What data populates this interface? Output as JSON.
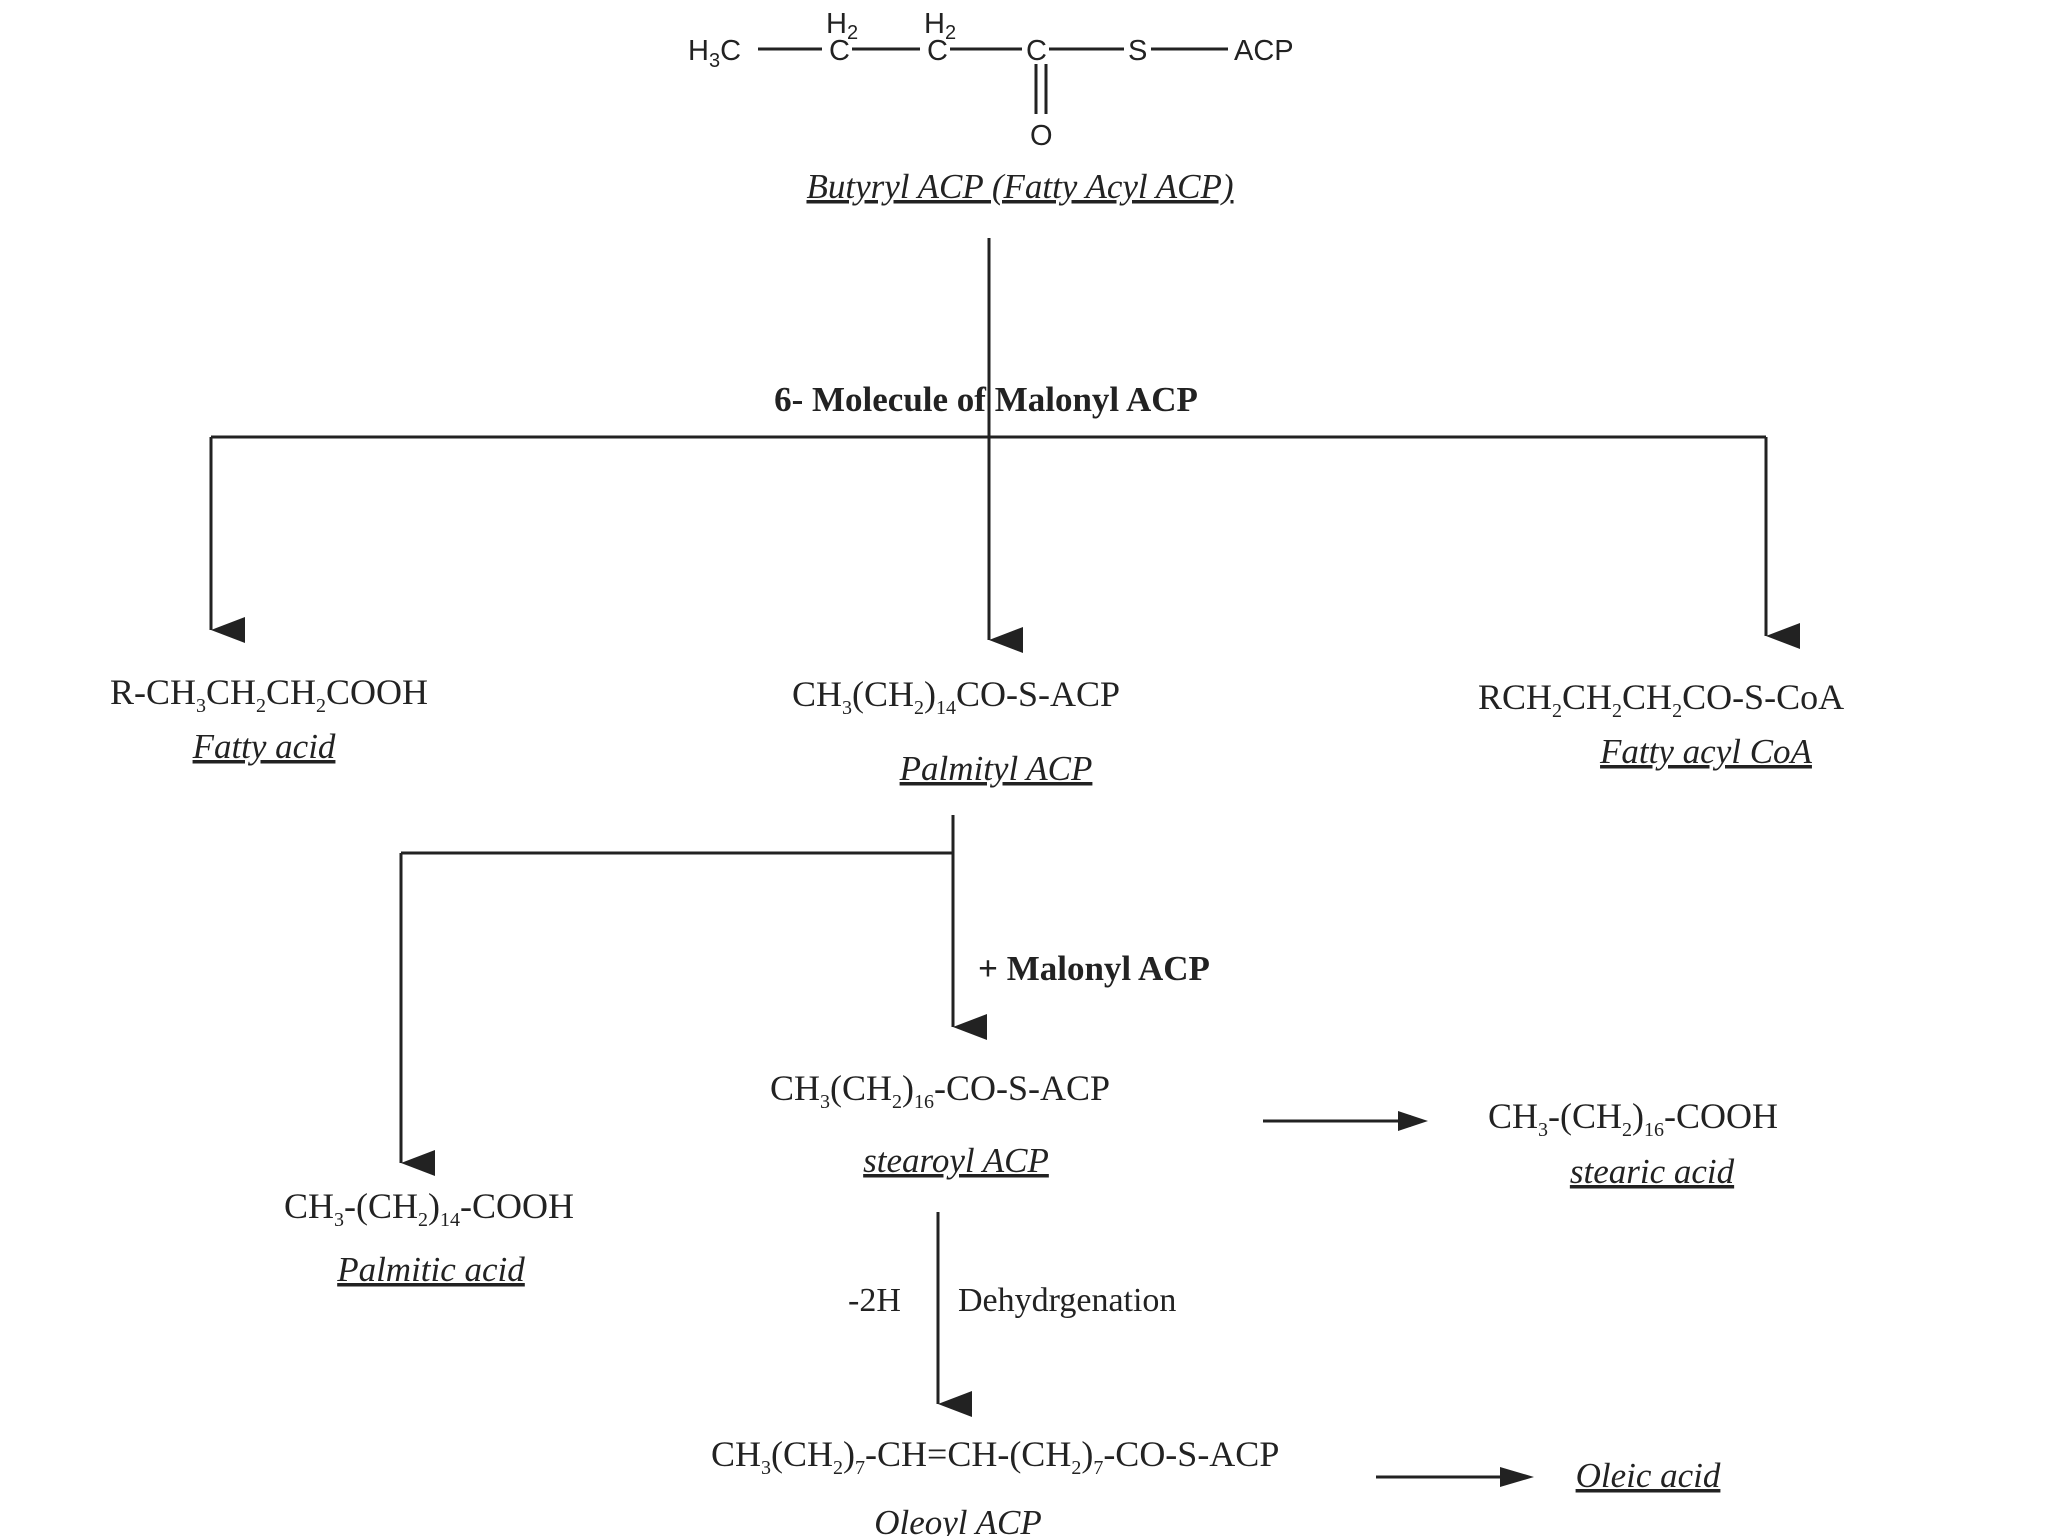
{
  "butyryl": {
    "struct": {
      "h3c": "H3C",
      "h3c_main": "H",
      "h3c_sub": "3",
      "h3c_tail": "C",
      "ch2_a_h": "H",
      "ch2_a_sub": "2",
      "ch2_a_c": "C",
      "ch2_b_h": "H",
      "ch2_b_sub": "2",
      "ch2_b_c": "C",
      "carbonyl_c": "C",
      "s": "S",
      "acp": "ACP",
      "o": "O"
    },
    "name": "Butyryl ACP (Fatty Acyl ACP)"
  },
  "malonyl_label": "6- Molecule of Malonyl ACP",
  "fatty_acid": {
    "formula": [
      "R-CH",
      "3",
      "CH",
      "2",
      "CH",
      "2",
      "COOH"
    ],
    "name": "Fatty acid"
  },
  "palmityl": {
    "formula": [
      "CH",
      "3",
      "(CH",
      "2",
      ")",
      "14",
      "CO-S-ACP"
    ],
    "name": "Palmityl ACP"
  },
  "fatty_acyl_coa": {
    "formula": [
      "RCH",
      "2",
      "CH",
      "2",
      "CH",
      "2",
      "CO-S-CoA"
    ],
    "name": "Fatty acyl CoA"
  },
  "plus_malonyl_label": "+ Malonyl ACP",
  "stearoyl": {
    "formula": [
      "CH",
      "3",
      "(CH",
      "2",
      ")",
      "16",
      "-CO-S-ACP"
    ],
    "name": "stearoyl ACP"
  },
  "stearic": {
    "formula": [
      "CH",
      "3",
      "-(CH",
      "2",
      ")",
      "16",
      "-COOH"
    ],
    "name": "stearic acid"
  },
  "palmitic": {
    "formula": [
      "CH",
      "3",
      "-(CH",
      "2",
      ")",
      "14",
      "-COOH"
    ],
    "name": "Palmitic acid"
  },
  "dehydrogenation": {
    "minus_2h": "-2H",
    "label": "Dehydrgenation"
  },
  "oleoyl": {
    "formula": [
      "CH",
      "3",
      "(CH",
      "2",
      ")",
      "7",
      "-CH=CH-(CH",
      "2",
      ")",
      "7",
      "-CO-S-ACP"
    ],
    "name": "Oleoyl ACP"
  },
  "oleic": {
    "name": "Oleic acid"
  }
}
